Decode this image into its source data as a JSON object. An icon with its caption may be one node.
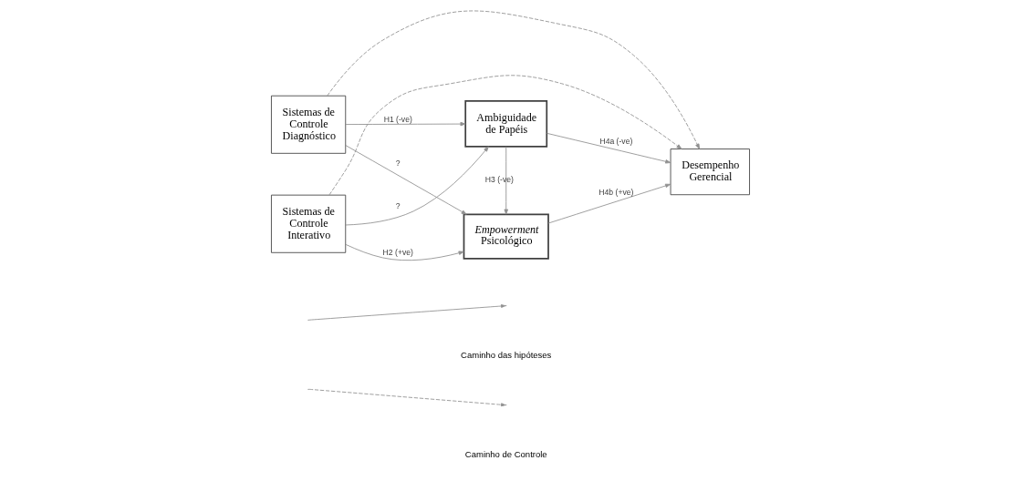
{
  "diagram": {
    "nodes": [
      {
        "text": [
          "Sistemas de Controle Diagnóstico"
        ]
      },
      {
        "text": [
          "Sistemas de Controle Interativo"
        ]
      },
      {
        "text": [
          "Ambiguidade de Papéis"
        ]
      },
      {
        "text": [
          "*Empowerment* Psicológico"
        ]
      },
      {
        "text": [
          "Desempenho Gerencial"
        ]
      }
    ],
    "edges": [
      {
        "from": 0,
        "to": 2,
        "arrow": "to",
        "label": "H1 (-ve)"
      },
      {
        "from": 0,
        "to": 3,
        "arrow": "to",
        "label": "?"
      },
      {
        "from": 1,
        "to": 2,
        "arrow": "to",
        "label": "?"
      },
      {
        "from": 1,
        "to": 3,
        "arrow": "to",
        "label": "H2 (+ve)"
      },
      {
        "from": 2,
        "to": 3,
        "arrow": "to",
        "label": "H3 (-ve)"
      },
      {
        "from": 2,
        "to": 4,
        "arrow": "to",
        "label": "H4a (-ve)"
      },
      {
        "from": 3,
        "to": 4,
        "arrow": "to",
        "label": "H4b (+ve)"
      },
      {
        "from": 0,
        "to": 4,
        "arrow": "to",
        "style": "dashed"
      },
      {
        "from": 1,
        "to": 4,
        "arrow": "to",
        "style": "dashed"
      }
    ],
    "legend": [
      {
        "text": "Caminho das hipóteses"
      },
      {
        "text": "Caminho de Controle"
      }
    ]
  }
}
